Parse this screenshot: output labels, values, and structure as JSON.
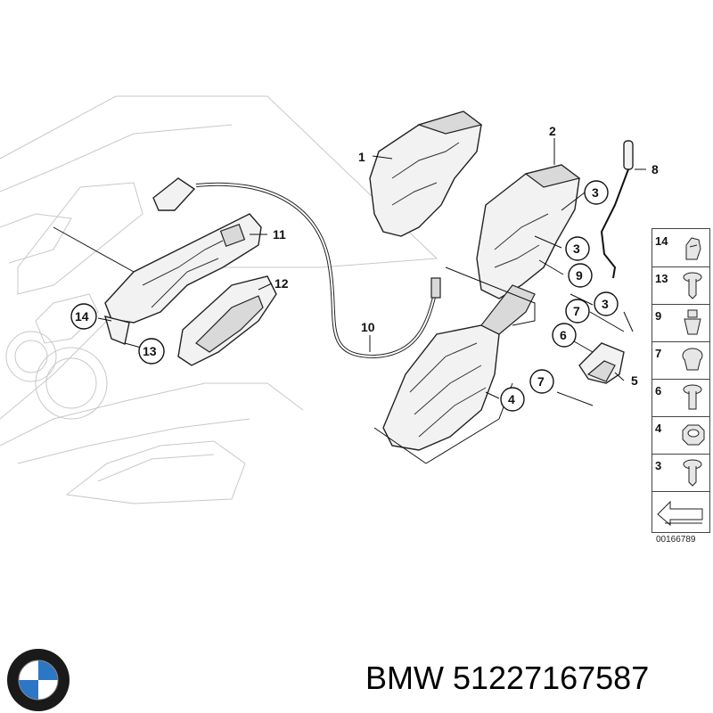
{
  "callouts": [
    {
      "id": "1",
      "label": "1"
    },
    {
      "id": "2",
      "label": "2"
    },
    {
      "id": "3a",
      "label": "3"
    },
    {
      "id": "3b",
      "label": "3"
    },
    {
      "id": "3c",
      "label": "3"
    },
    {
      "id": "4",
      "label": "4"
    },
    {
      "id": "5",
      "label": "5"
    },
    {
      "id": "6",
      "label": "6"
    },
    {
      "id": "7a",
      "label": "7"
    },
    {
      "id": "7b",
      "label": "7"
    },
    {
      "id": "8",
      "label": "8"
    },
    {
      "id": "9",
      "label": "9"
    },
    {
      "id": "10",
      "label": "10"
    },
    {
      "id": "11",
      "label": "11"
    },
    {
      "id": "12",
      "label": "12"
    },
    {
      "id": "13",
      "label": "13"
    },
    {
      "id": "14",
      "label": "14"
    }
  ],
  "legend": {
    "items": [
      {
        "number": "14",
        "icon": "clip-icon"
      },
      {
        "number": "13",
        "icon": "screw-icon"
      },
      {
        "number": "9",
        "icon": "expanding-rivet-icon"
      },
      {
        "number": "7",
        "icon": "plug-icon"
      },
      {
        "number": "6",
        "icon": "torx-screw-icon"
      },
      {
        "number": "4",
        "icon": "hex-nut-icon"
      },
      {
        "number": "3",
        "icon": "screw-icon"
      }
    ],
    "footer_icon": "arrow-icon"
  },
  "reference_code": "00166789",
  "footer": {
    "title": "BMW 51227167587"
  },
  "colors": {
    "line": "#222222",
    "ghost": "#c8c8c8",
    "bmw_blue": "#2c76c6"
  }
}
